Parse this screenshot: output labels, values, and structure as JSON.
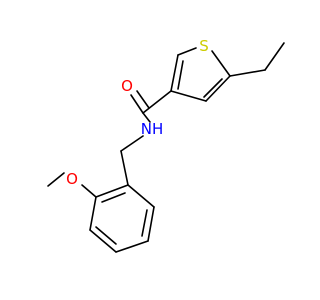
{
  "molecule": {
    "atoms": {
      "sulfur": {
        "label": "S",
        "color": "#CCCC00"
      },
      "oxygen_carbonyl": {
        "label": "O",
        "color": "#FF0000"
      },
      "nitrogen_amide": {
        "label": "NH",
        "color": "#0000FF"
      },
      "oxygen_ether": {
        "label": "O",
        "color": "#FF0000"
      }
    },
    "bond_color": "#000000"
  }
}
